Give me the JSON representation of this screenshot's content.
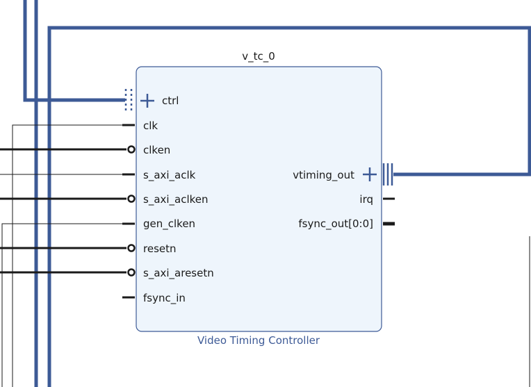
{
  "block": {
    "instance_name": "v_tc_0",
    "ip_name": "Video Timing Controller",
    "fill_color": "#eef5fc",
    "border_color": "#3d5a96"
  },
  "colors": {
    "bus": "#3d5a96",
    "wire": "#1a1a1a"
  },
  "ports": {
    "ctrl": "ctrl",
    "clk": "clk",
    "clken": "clken",
    "s_axi_aclk": "s_axi_aclk",
    "s_axi_aclken": "s_axi_aclken",
    "gen_clken": "gen_clken",
    "resetn": "resetn",
    "s_axi_aresetn": "s_axi_aresetn",
    "fsync_in": "fsync_in",
    "vtiming_out": "vtiming_out",
    "irq": "irq",
    "fsync_out": "fsync_out[0:0]"
  }
}
